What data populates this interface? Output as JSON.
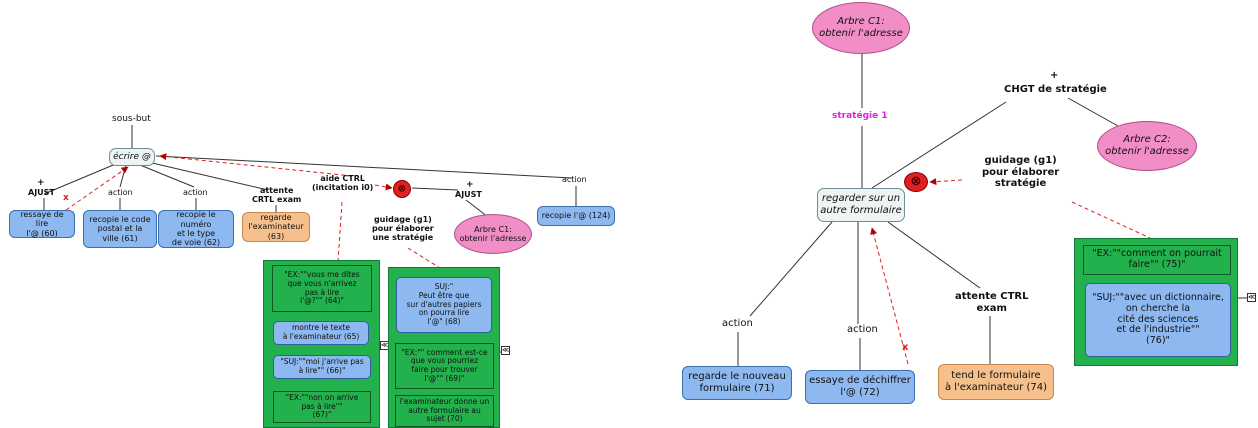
{
  "left_tree": {
    "root_label": "sous-but",
    "root": "écrire @",
    "edges": {
      "ajust_sign": "+",
      "ajust": "AJUST",
      "action_a": "action",
      "action_b": "action",
      "attente": "attente\nCRTL exam",
      "aide": "aide CTRL\n(incitation i0)",
      "ajust2_sign": "+",
      "ajust2": "AJUST",
      "action_c": "action",
      "guidage": "guidage (g1)\npour élaborer\nune stratégie"
    },
    "leaves": {
      "essaye": "ressaye de lire\nl'@ (60)",
      "code_postal": "recopie le code\npostal et la\nville (61)",
      "numero": "recopie le numéro\net le type\nde voie (62)",
      "regarde": "regarde\nl'examinateur (63)",
      "recopie": "recopie l'@ (124)"
    },
    "arbre": "Arbre C1:\nobtenir l'adresse",
    "x_mark": "x",
    "panel_left": [
      "\"EX:\"\"vous me dites\nque vous n'arrivez\npas à lire\nl'@?\"\" (64)\"",
      "montre le texte\nà l'examinateur (65)",
      "\"SUJ:\"\"moi j'arrive pas\nà lire\"\" (66)\"",
      "\"EX:\"\"non on arrive\npas à lire\"\"\n(67)\""
    ],
    "panel_right": [
      "SUJ:\"\nPeut être que\nsur d'autres papiers\non pourra lire\nl'@\" (68)",
      "\"EX:\"\" comment est-ce\nque vous pourriez\nfaire pour trouver\nl'@\"\" (69)\"",
      "l'examinateur donne un\nautre formulaire au\nsujet (70)"
    ],
    "collapse": "≪"
  },
  "right_tree": {
    "arbre_c1": "Arbre C1:\nobtenir l'adresse",
    "strategie": "stratégie 1",
    "chgt_sign": "+",
    "chgt": "CHGT de stratégie",
    "arbre_c2": "Arbre C2:\nobtenir l'adresse",
    "guidage": "guidage (g1)\npour élaborer\nstratégie",
    "center": "regarder sur un\nautre formulaire",
    "action_a": "action",
    "action_b": "action",
    "attente": "attente CTRL\nexam",
    "leaves": {
      "regarde": "regarde le nouveau\nformulaire (71)",
      "essaye": "essaye de déchiffrer\nl'@ (72)",
      "tend": "tend le formulaire\nà l'examinateur (74)"
    },
    "x_mark": "x",
    "panel": [
      "\"EX:\"\"comment on pourrait\nfaire\"\" (75)\"",
      "\"SUJ:\"\"avec un dictionnaire,\non cherche la\ncité des sciences\net de l'industrie\"\"\n(76)\""
    ],
    "collapse": "≪"
  },
  "colors": {
    "leaf_blue": "#8db8f0",
    "leaf_orange": "#f5c08c",
    "ellipse_pink": "#f28ec6",
    "panel_green": "#22b14c",
    "stop_red": "#e02020",
    "strategy_magenta": "#e020e0"
  }
}
